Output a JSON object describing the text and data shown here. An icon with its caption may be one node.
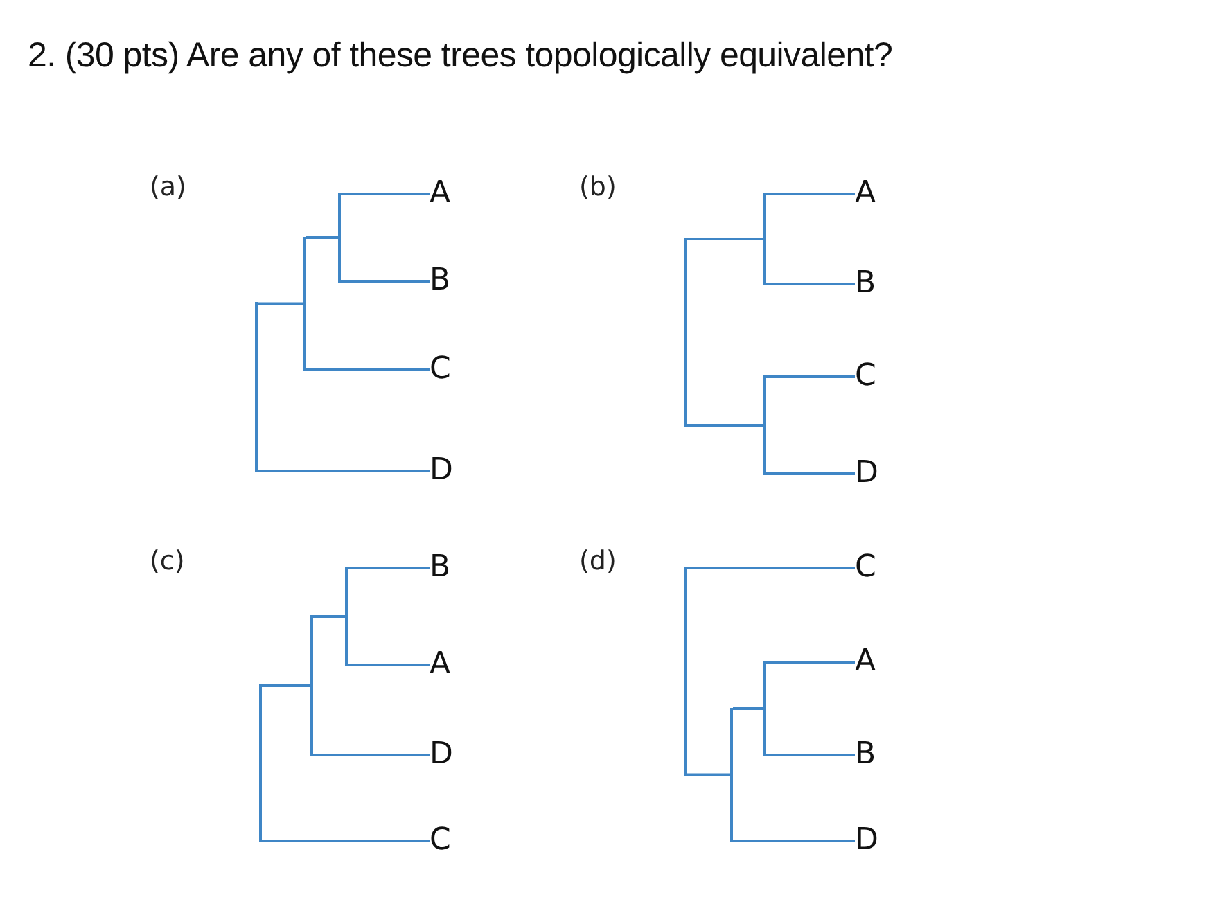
{
  "diagram": {
    "title": "2. (30 pts) Are any of these trees topologically equivalent?",
    "nodes": [
      {
        "text": [],
        "shape": "bar"
      },
      {
        "text": [],
        "shape": "bar"
      },
      {
        "text": [],
        "shape": "bar"
      },
      {
        "text": [
          "A"
        ]
      },
      {
        "text": [
          "B"
        ]
      },
      {
        "text": [
          "C"
        ]
      },
      {
        "text": [
          "D"
        ]
      },
      {
        "text": [],
        "shape": "bar"
      },
      {
        "text": [],
        "shape": "bar"
      },
      {
        "text": [],
        "shape": "bar"
      },
      {
        "text": [
          "A"
        ]
      },
      {
        "text": [
          "B"
        ]
      },
      {
        "text": [
          "C"
        ]
      },
      {
        "text": [
          "D"
        ]
      },
      {
        "text": [],
        "shape": "bar"
      },
      {
        "text": [],
        "shape": "bar"
      },
      {
        "text": [],
        "shape": "bar"
      },
      {
        "text": [
          "B"
        ]
      },
      {
        "text": [
          "A"
        ]
      },
      {
        "text": [
          "D"
        ]
      },
      {
        "text": [
          "C"
        ]
      },
      {
        "text": [],
        "shape": "bar"
      },
      {
        "text": [],
        "shape": "bar"
      },
      {
        "text": [],
        "shape": "bar"
      },
      {
        "text": [
          "C"
        ]
      },
      {
        "text": [
          "A"
        ]
      },
      {
        "text": [
          "B"
        ]
      },
      {
        "text": [
          "D"
        ]
      }
    ],
    "edges": [
      {
        "from": 0,
        "to": 1,
        "arrow": "none"
      },
      {
        "from": 0,
        "to": 6,
        "arrow": "none"
      },
      {
        "from": 1,
        "to": 2,
        "arrow": "none"
      },
      {
        "from": 1,
        "to": 5,
        "arrow": "none"
      },
      {
        "from": 2,
        "to": 3,
        "arrow": "none"
      },
      {
        "from": 2,
        "to": 4,
        "arrow": "none"
      },
      {
        "from": 7,
        "to": 8,
        "arrow": "none"
      },
      {
        "from": 7,
        "to": 9,
        "arrow": "none"
      },
      {
        "from": 8,
        "to": 10,
        "arrow": "none"
      },
      {
        "from": 8,
        "to": 11,
        "arrow": "none"
      },
      {
        "from": 9,
        "to": 12,
        "arrow": "none"
      },
      {
        "from": 9,
        "to": 13,
        "arrow": "none"
      },
      {
        "from": 14,
        "to": 15,
        "arrow": "none"
      },
      {
        "from": 14,
        "to": 20,
        "arrow": "none"
      },
      {
        "from": 15,
        "to": 16,
        "arrow": "none"
      },
      {
        "from": 15,
        "to": 19,
        "arrow": "none"
      },
      {
        "from": 16,
        "to": 17,
        "arrow": "none"
      },
      {
        "from": 16,
        "to": 18,
        "arrow": "none"
      },
      {
        "from": 21,
        "to": 24,
        "arrow": "none"
      },
      {
        "from": 21,
        "to": 22,
        "arrow": "none"
      },
      {
        "from": 22,
        "to": 23,
        "arrow": "none"
      },
      {
        "from": 22,
        "to": 27,
        "arrow": "none"
      },
      {
        "from": 23,
        "to": 25,
        "arrow": "none"
      },
      {
        "from": 23,
        "to": 26,
        "arrow": "none"
      }
    ],
    "labels": [
      "(a)",
      "(b)",
      "(c)",
      "(d)"
    ]
  }
}
